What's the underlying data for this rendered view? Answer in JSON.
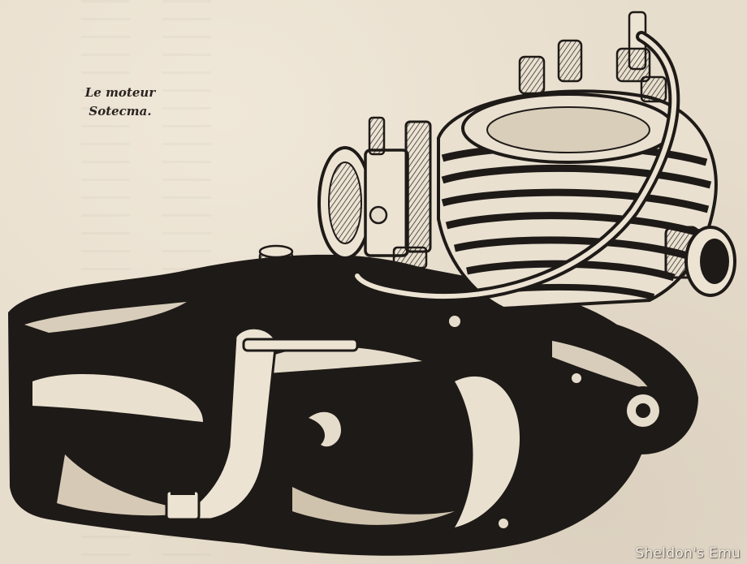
{
  "caption": {
    "line1": "Le moteur",
    "line2": "Sotecma."
  },
  "watermark": "Sheldon's Emu",
  "colors": {
    "paper": "#e7ddcc",
    "ink": "#1e1a17",
    "highlight": "#eee5d6"
  }
}
